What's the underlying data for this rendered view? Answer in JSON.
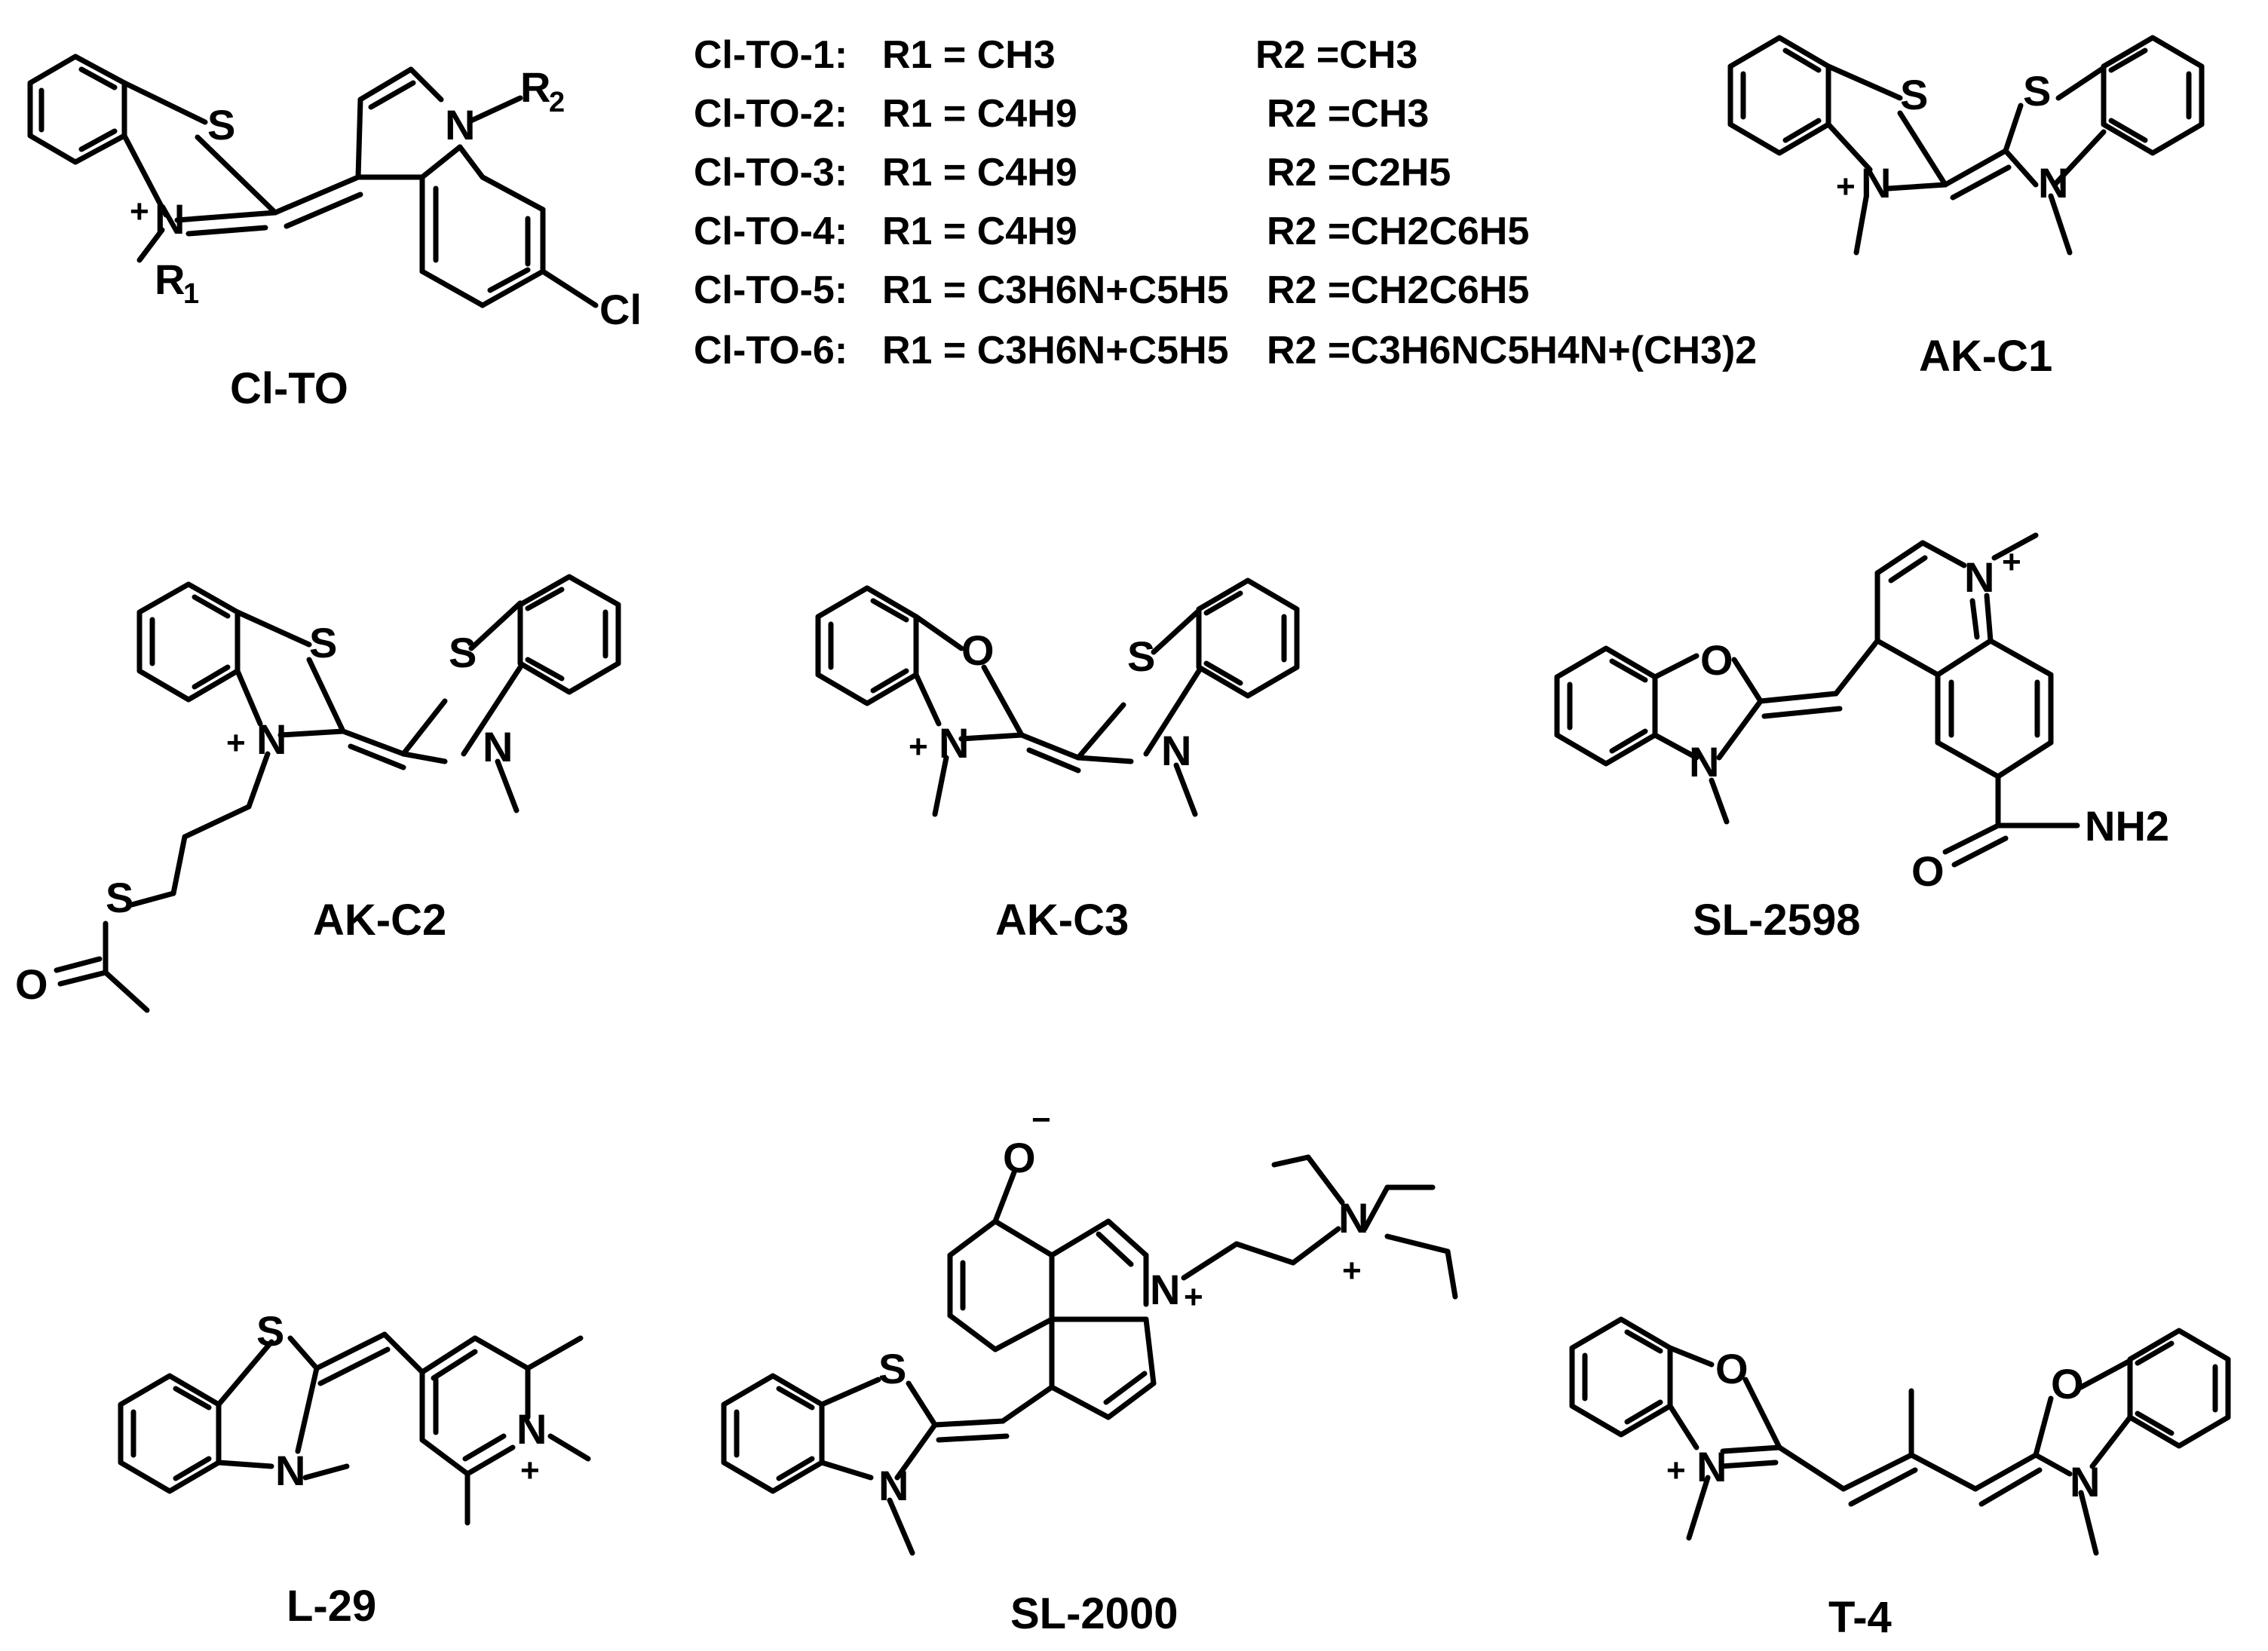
{
  "compound_labels": {
    "clto": "Cl-TO",
    "akc1": "AK-C1",
    "akc2": "AK-C2",
    "akc3": "AK-C3",
    "sl2598": "SL-2598",
    "l29": "L-29",
    "sl2000": "SL-2000",
    "t4": "T-4"
  },
  "clto_series": [
    {
      "name": "Cl-TO-1:",
      "r1": "R1 = CH3",
      "r2": "R2 =CH3"
    },
    {
      "name": "Cl-TO-2:",
      "r1": "R1 = C4H9",
      "r2": "R2 =CH3"
    },
    {
      "name": "Cl-TO-3:",
      "r1": "R1 = C4H9",
      "r2": "R2 =C2H5"
    },
    {
      "name": "Cl-TO-4:",
      "r1": "R1 = C4H9",
      "r2": "R2 =CH2C6H5"
    },
    {
      "name": "Cl-TO-5:",
      "r1": "R1 = C3H6N+C5H5",
      "r2": "R2 =CH2C6H5"
    },
    {
      "name": "Cl-TO-6:",
      "r1": "R1 = C3H6N+C5H5",
      "r2": "R2 =C3H6NC5H4N+(CH3)2"
    }
  ],
  "atoms": {
    "s": "S",
    "o": "O",
    "n": "N",
    "cl": "Cl",
    "nh2": "NH2",
    "plus": "+",
    "minus": "−",
    "r1": "R",
    "r2": "R",
    "one": "1",
    "two": "2"
  },
  "colors": {
    "ink": "#000000",
    "background": "#ffffff"
  }
}
